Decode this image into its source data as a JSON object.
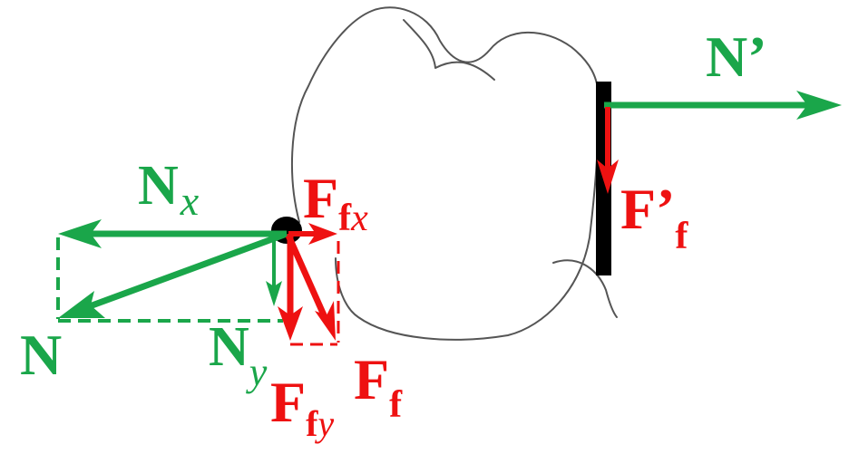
{
  "colors": {
    "normal_force": "#1aa64a",
    "friction_force": "#ee1111",
    "outline": "#555555",
    "wall": "#000000"
  },
  "labels": {
    "n_prime": "N’",
    "n_x_main": "N",
    "n_x_sub": "x",
    "n": "N",
    "n_y_main": "N",
    "n_y_sub": "y",
    "ffx_main": "F",
    "ffx_sub_f": "f",
    "ffx_sub_x": "x",
    "ffy_main": "F",
    "ffy_sub_f": "f",
    "ffy_sub_y": "y",
    "ff_main": "F",
    "ff_sub": "f",
    "fpf_main": "F’",
    "fpf_sub": "f"
  }
}
